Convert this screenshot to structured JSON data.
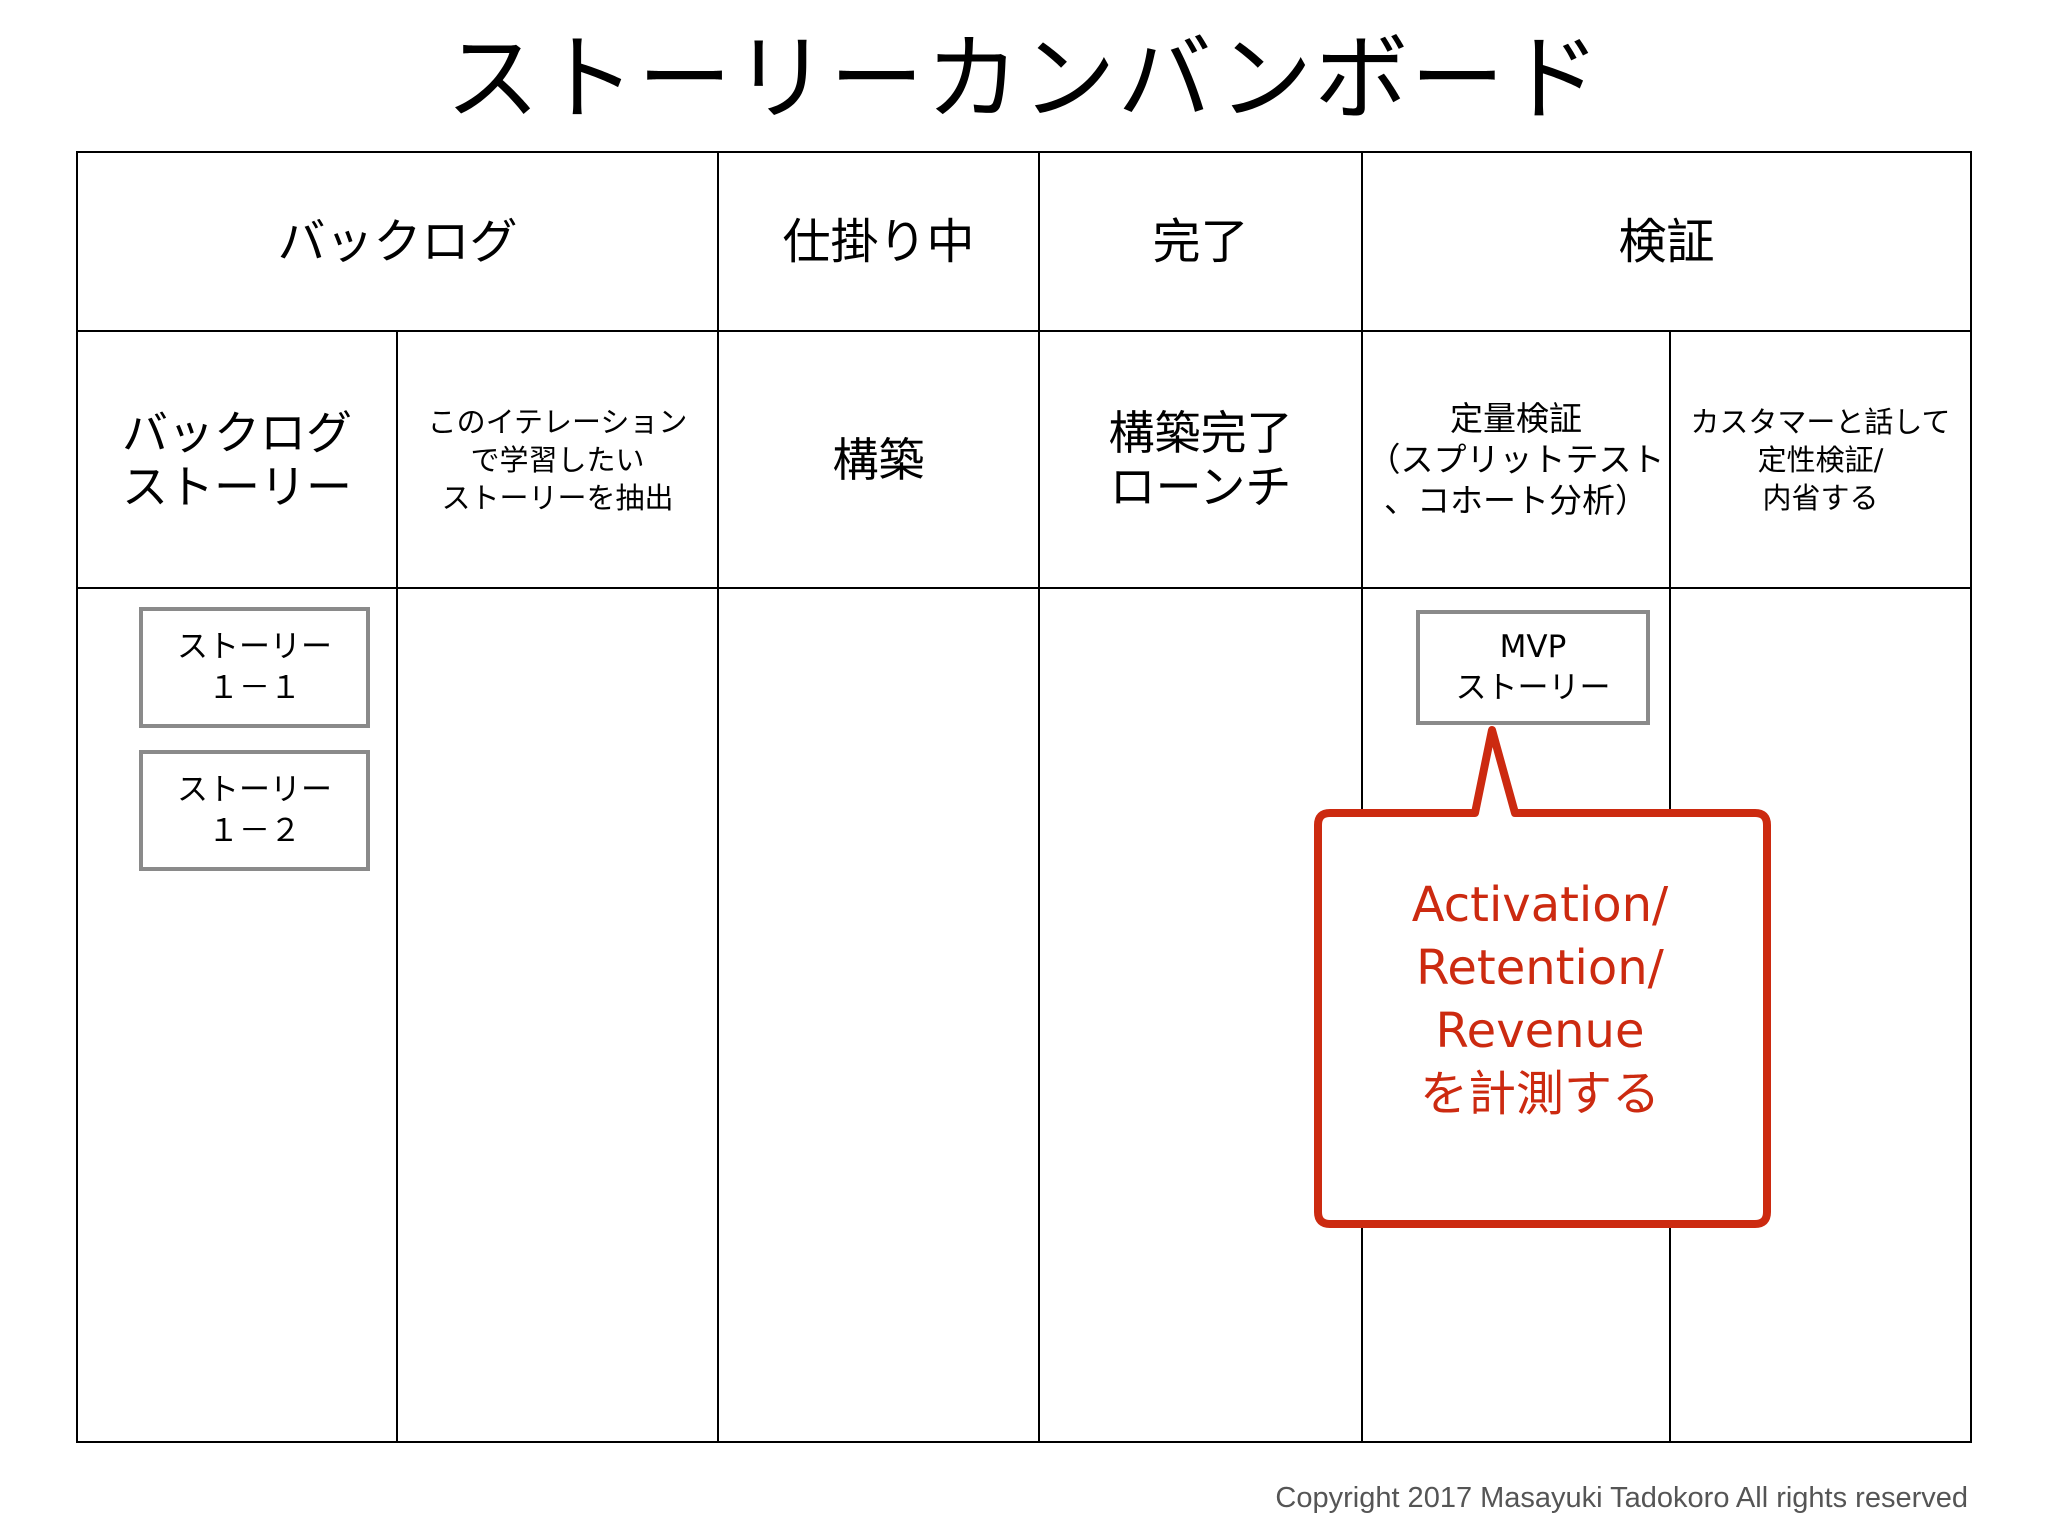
{
  "title": "ストーリーカンバンボード",
  "columns": {
    "backlog": "バックログ",
    "in_progress": "仕掛り中",
    "done": "完了",
    "validation": "検証"
  },
  "subcolumns": {
    "backlog_stories": "バックログ\nストーリー",
    "iteration_extract": "このイテレーション\nで学習したい\nストーリーを抽出",
    "build": "構築",
    "build_done_launch": "構築完了\nローンチ",
    "quantitative": "定量検証\n（スプリットテスト\n、コホート分析）",
    "qualitative": "カスタマーと話して\n定性検証/\n内省する"
  },
  "cards": {
    "story_1_1": "ストーリー\n１－１",
    "story_1_2": "ストーリー\n１－２",
    "mvp_story": "MVP\nストーリー"
  },
  "callout": {
    "text": "Activation/\nRetention/\nRevenue\nを計測する",
    "color": "#cc2a10"
  },
  "copyright": "Copyright 2017 Masayuki Tadokoro All rights reserved"
}
